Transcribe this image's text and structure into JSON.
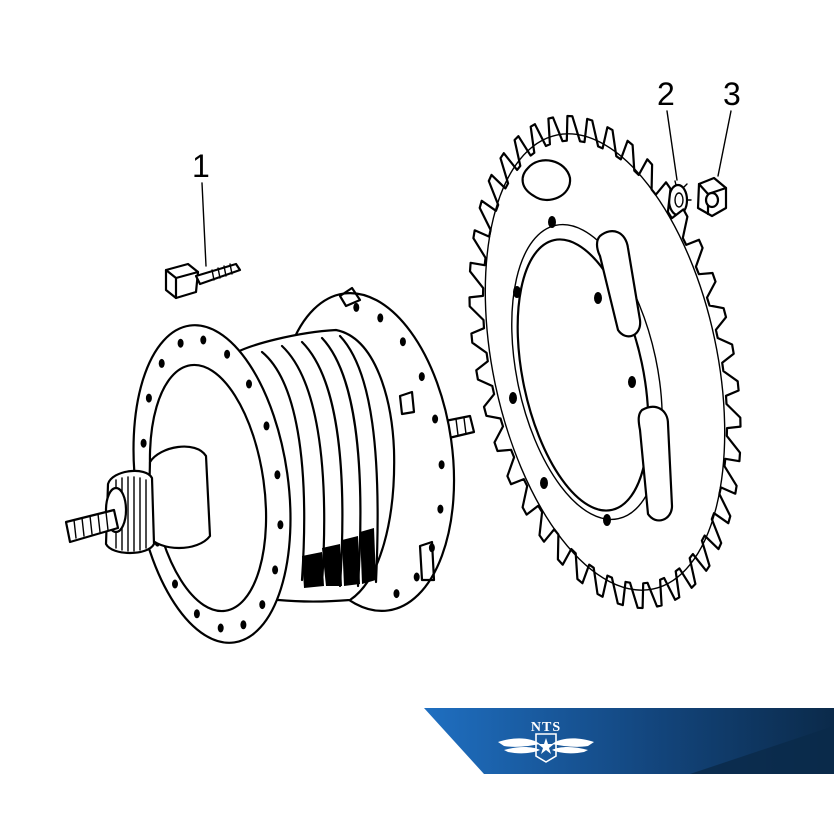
{
  "diagram": {
    "callouts": [
      {
        "id": "bolt",
        "label": "1"
      },
      {
        "id": "lock-washer",
        "label": "2"
      },
      {
        "id": "nut",
        "label": "3"
      }
    ]
  },
  "logo": {
    "text": "NTS",
    "colors": {
      "banner_dark": "#0b2a4a",
      "banner_blue": "#1f6fc1",
      "emblem": "#ffffff"
    }
  }
}
